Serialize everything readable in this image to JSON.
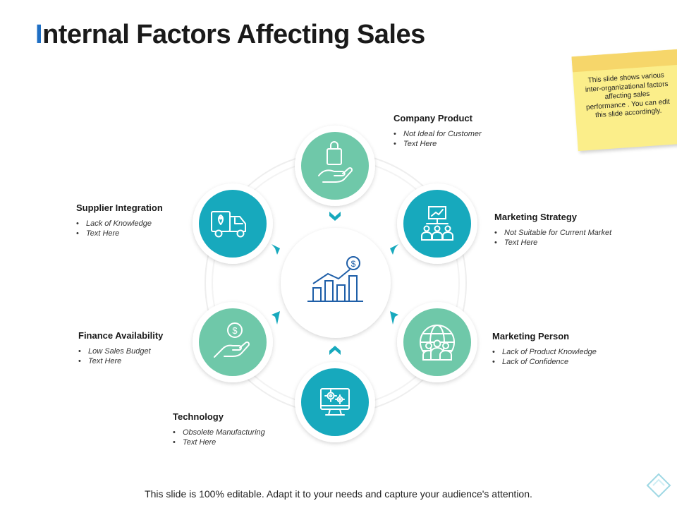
{
  "title": {
    "first_letter": "I",
    "rest": "nternal Factors Affecting Sales"
  },
  "note": {
    "text": "This slide shows various inter-organizational factors affecting sales performance . You can edit this slide accordingly."
  },
  "colors": {
    "teal": "#17a9bd",
    "mint": "#6fc8a9",
    "title_accent": "#1f6fc4",
    "note_yellow": "#fbee8a"
  },
  "center_icon": "growth-chart-dollar-icon",
  "factors": [
    {
      "title": "Company Product",
      "bullets": [
        "Not Ideal for Customer",
        "Text Here"
      ],
      "icon": "shopping-bag-hand-icon",
      "color": "mint"
    },
    {
      "title": "Marketing Strategy",
      "bullets": [
        "Not Suitable for Current Market",
        "Text Here"
      ],
      "icon": "presentation-team-icon",
      "color": "teal"
    },
    {
      "title": "Marketing Person",
      "bullets": [
        "Lack of Product Knowledge",
        "Lack of Confidence"
      ],
      "icon": "globe-people-icon",
      "color": "mint"
    },
    {
      "title": "Technology",
      "bullets": [
        "Obsolete Manufacturing",
        "Text Here"
      ],
      "icon": "monitor-gears-icon",
      "color": "teal"
    },
    {
      "title": "Finance Availability",
      "bullets": [
        "Low Sales Budget",
        "Text Here"
      ],
      "icon": "dollar-hand-icon",
      "color": "mint"
    },
    {
      "title": "Supplier Integration",
      "bullets": [
        "Lack of Knowledge",
        "Text Here"
      ],
      "icon": "delivery-truck-icon",
      "color": "teal"
    }
  ],
  "footer": "This slide is 100% editable. Adapt it to your needs and capture your audience's attention."
}
